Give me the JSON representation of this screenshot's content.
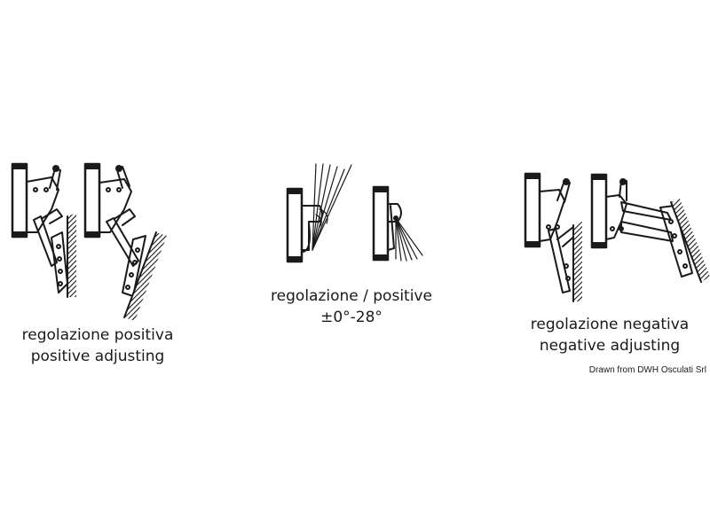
{
  "captions": {
    "left": {
      "line1": "regolazione positiva",
      "line2": "positive adjusting"
    },
    "middle": {
      "line1": "regolazione / positive",
      "line2": "±0°-28°"
    },
    "right": {
      "line1": "regolazione negativa",
      "line2": "negative adjusting"
    }
  },
  "credit": "Drawn from DWH Osculati Srl",
  "colors": {
    "ink": "#1a1a1a",
    "background": "#ffffff"
  }
}
